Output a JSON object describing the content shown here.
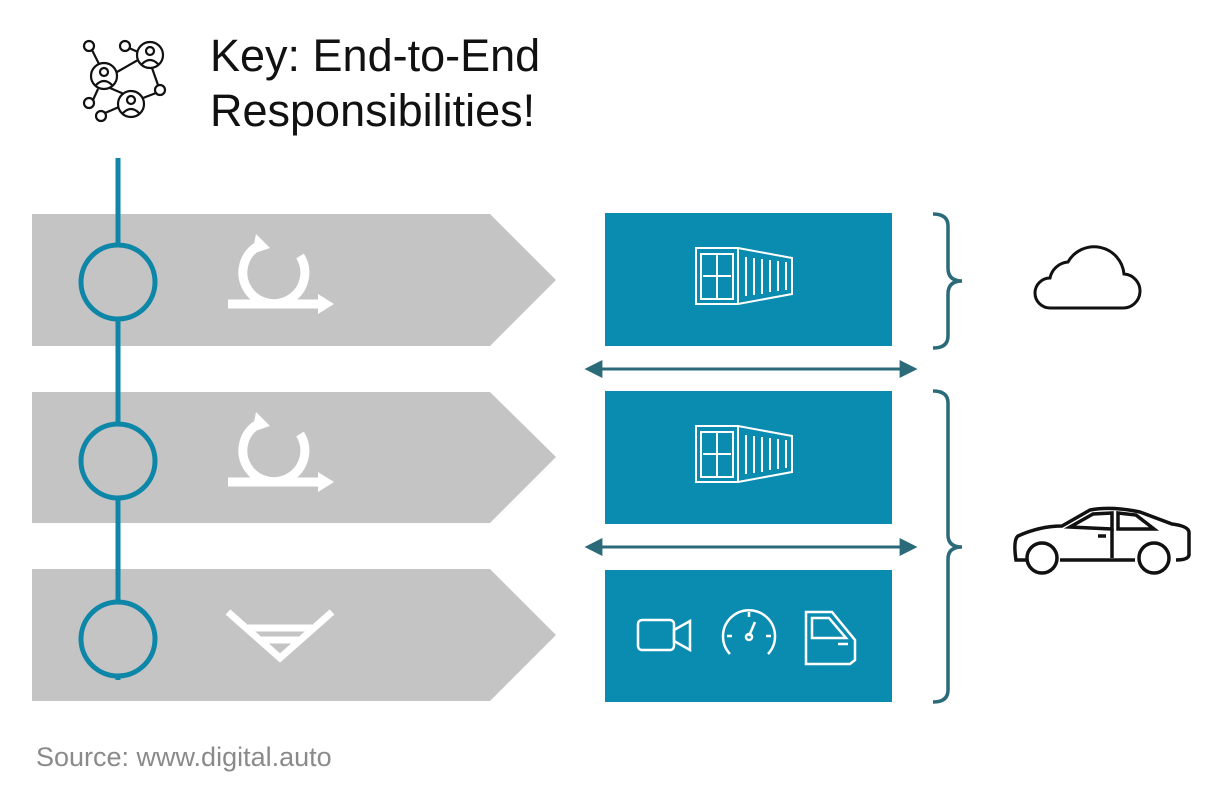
{
  "title": {
    "line1": "Key: End-to-End",
    "line2": "Responsibilities!"
  },
  "source": "Source: www.digital.auto",
  "colors": {
    "accent": "#0a8cb0",
    "timeline": "#0e86a8",
    "arrow": "#2b6a78",
    "band": "#c4c4c4",
    "icon_dark": "#111111"
  },
  "rows": [
    {
      "process_icon": "agile-cycle-icon",
      "platform": "container"
    },
    {
      "process_icon": "agile-cycle-icon",
      "platform": "container"
    },
    {
      "process_icon": "waterfall-v-model-icon",
      "platform": "devices"
    }
  ],
  "devices": [
    "camera-icon",
    "speedometer-icon",
    "car-door-icon"
  ],
  "targets": [
    {
      "icon": "cloud-icon",
      "spans_rows": [
        1
      ]
    },
    {
      "icon": "car-icon",
      "spans_rows": [
        2,
        3
      ]
    }
  ],
  "header_icon": "network-people-icon"
}
